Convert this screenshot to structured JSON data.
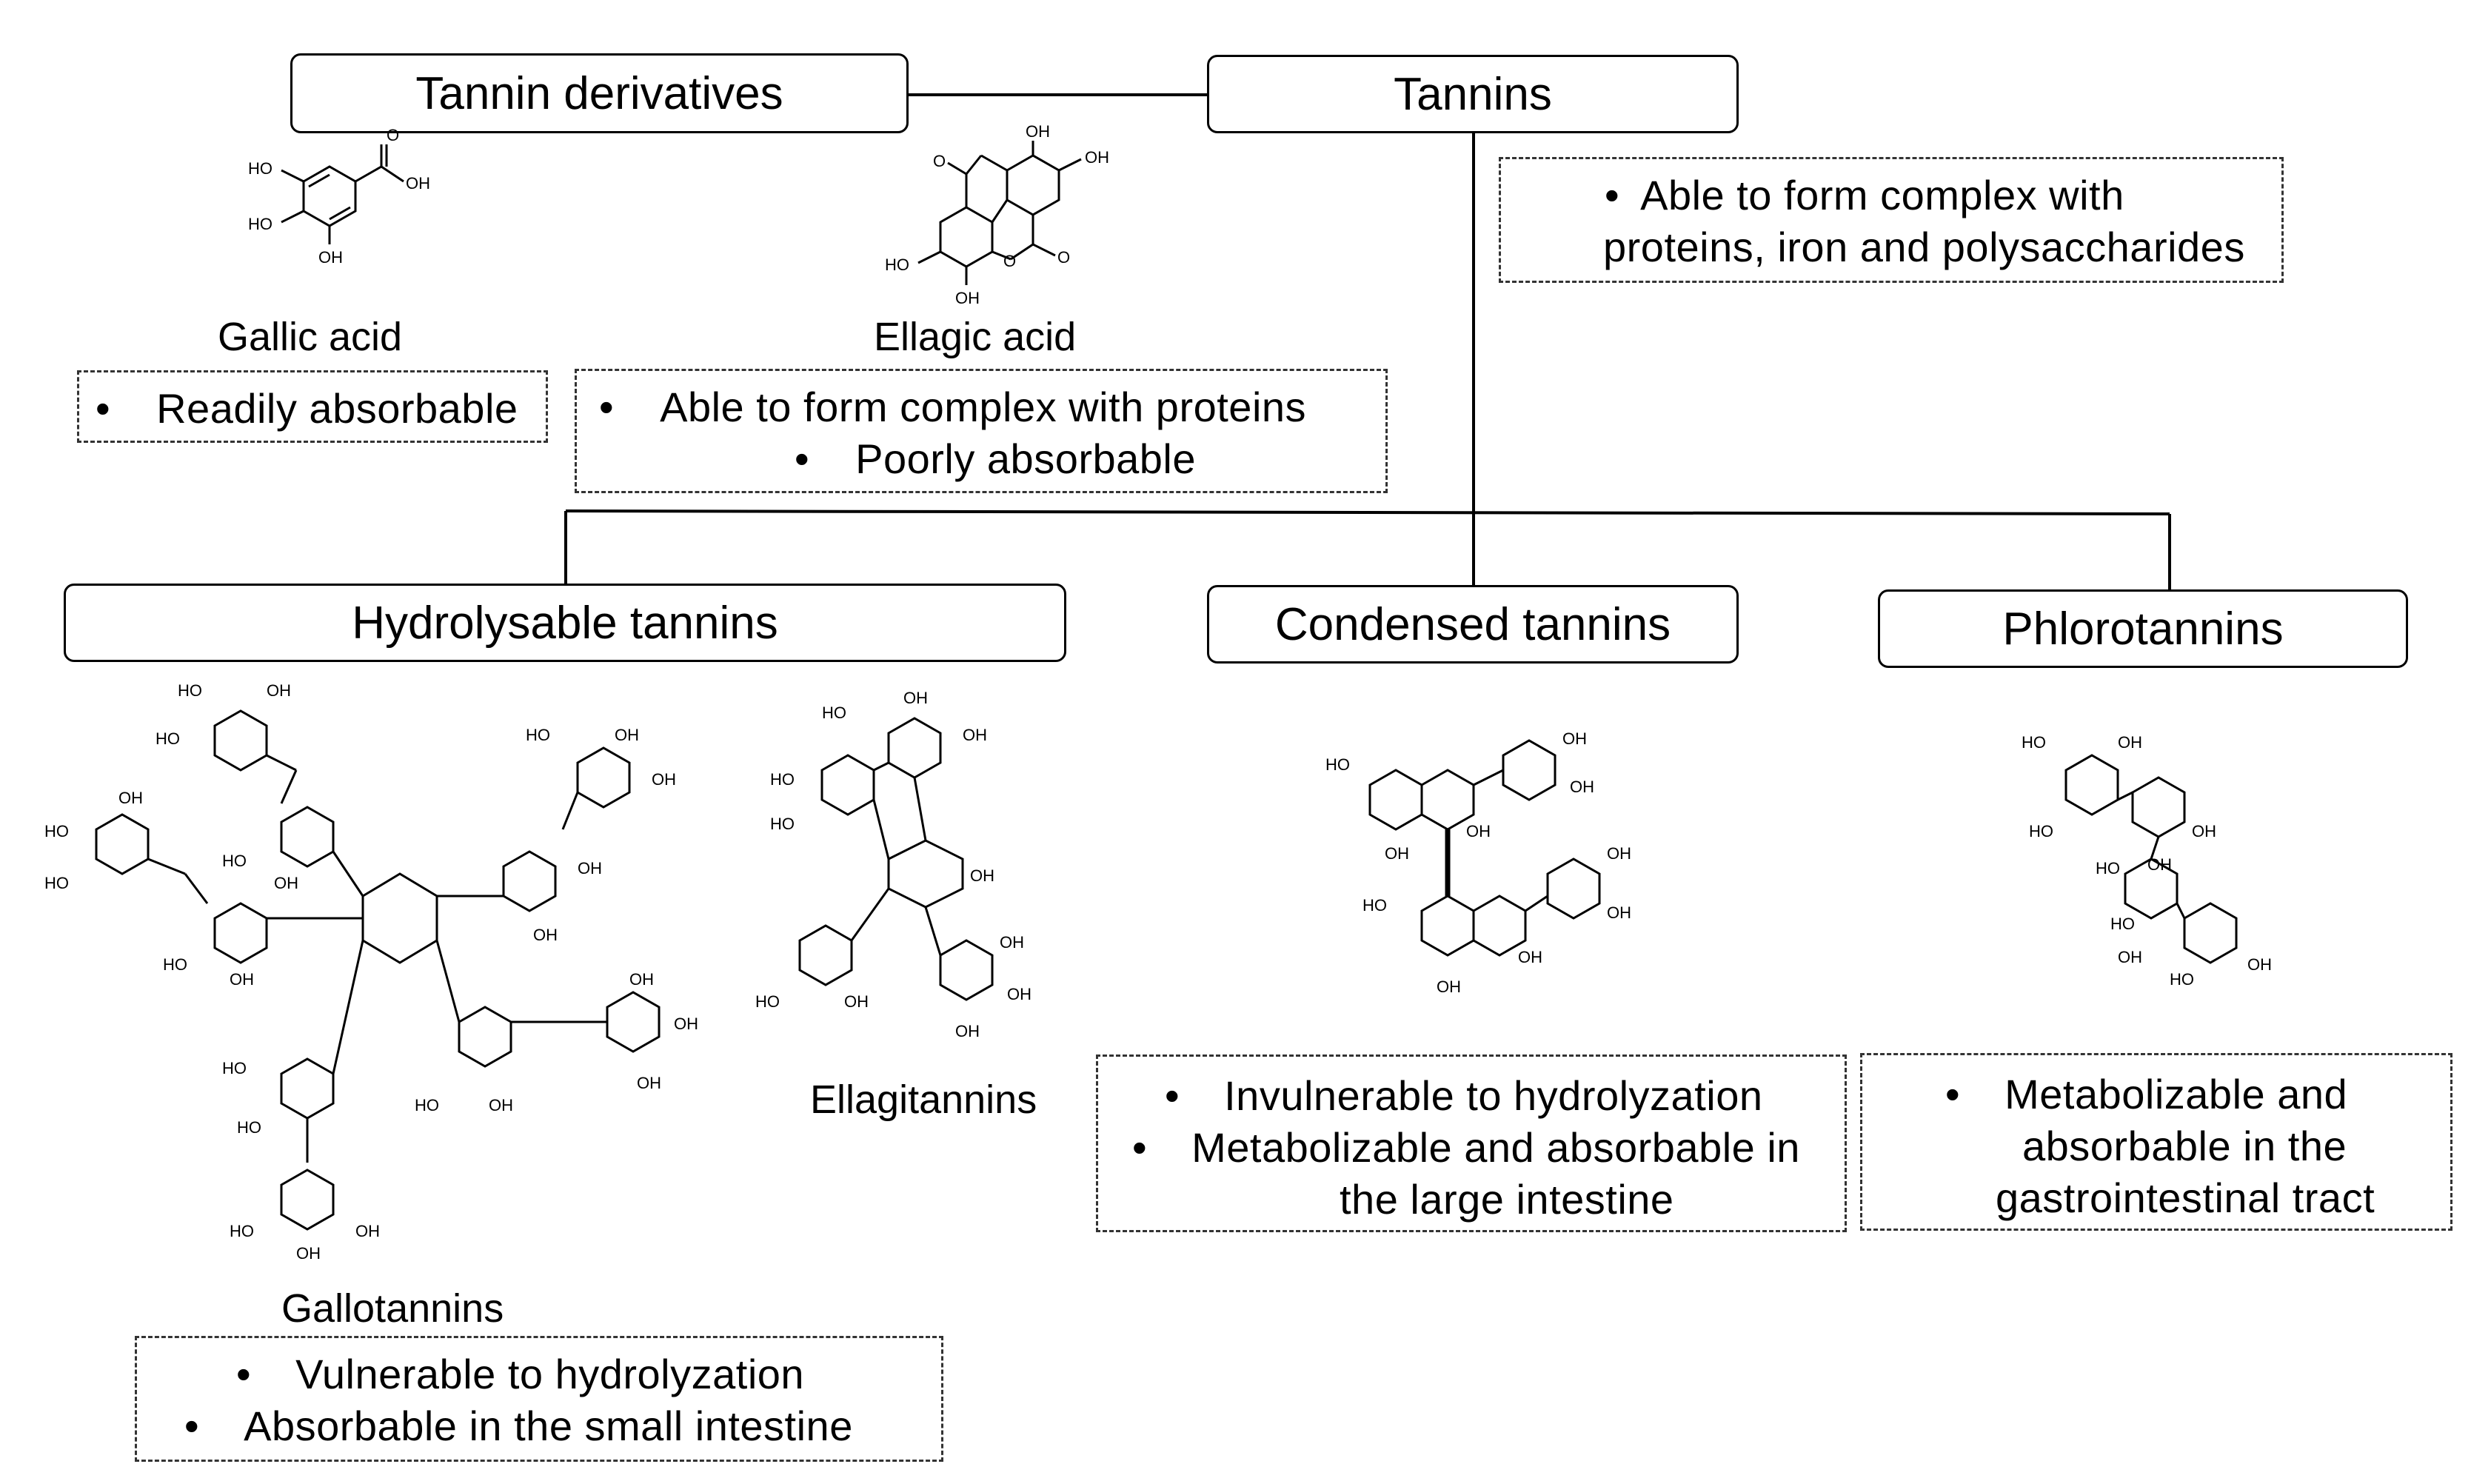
{
  "nodes": {
    "tannins": "Tannins",
    "tannin_derivatives": "Tannin derivatives",
    "hydrolysable": "Hydrolysable tannins",
    "condensed": "Condensed tannins",
    "phlorotannins": "Phlorotannins"
  },
  "labels": {
    "gallic_acid": "Gallic acid",
    "ellagic_acid": "Ellagic acid",
    "gallotannins": "Gallotannins",
    "ellagitannins": "Ellagitannins"
  },
  "notes": {
    "tannins": [
      "Able to form complex with",
      "proteins, iron and polysaccharides"
    ],
    "gallic_acid": [
      "Readily absorbable"
    ],
    "ellagic_acid": [
      "Able to form complex with proteins",
      "Poorly absorbable"
    ],
    "condensed": [
      "Invulnerable to hydrolyzation",
      "Metabolizable and absorbable in",
      "the large intestine"
    ],
    "phlorotannins": [
      "Metabolizable and",
      "absorbable in the",
      "gastrointestinal tract"
    ],
    "gallotannins": [
      "Vulnerable to hydrolyzation",
      "Absorbable in the small intestine"
    ]
  },
  "bullet": "•",
  "chem": {
    "oh": "OH",
    "ho": "HO",
    "o": "O"
  }
}
